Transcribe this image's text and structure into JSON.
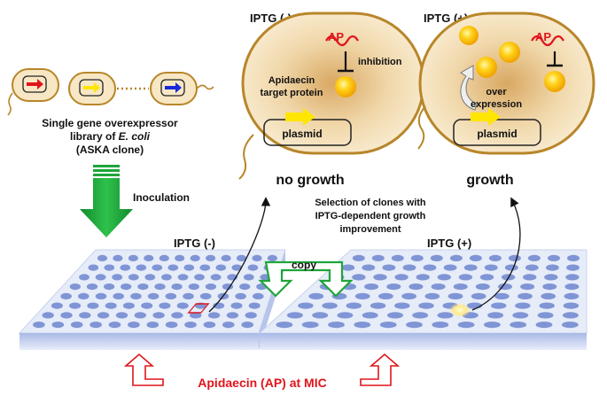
{
  "library": {
    "line1": "Single gene overexpressor",
    "line2_prefix": "library of ",
    "line2_italic": "E. coli",
    "line3": "(ASKA clone)"
  },
  "inoculation": "Inoculation",
  "cell_left": {
    "iptg": "IPTG (-)",
    "ap": "AP",
    "inhibition": "inhibition",
    "target_line1": "Apidaecin",
    "target_line2": "target protein",
    "plasmid": "plasmid",
    "result": "no growth"
  },
  "cell_right": {
    "iptg": "IPTG (+)",
    "ap": "AP",
    "over_line1": "over",
    "over_line2": "expression",
    "plasmid": "plasmid",
    "result": "growth"
  },
  "selection": {
    "line1": "Selection of clones with",
    "line2": "IPTG-dependent growth",
    "line3": "improvement"
  },
  "plate_left": {
    "label": "IPTG (-)"
  },
  "plate_right": {
    "label": "IPTG (+)"
  },
  "copy": "copy",
  "bottom": "Apidaecin (AP) at MIC",
  "colors": {
    "cell_fill": "#f7e7c4",
    "cell_stroke": "#b8862a",
    "inoc_green": "#1fa53a",
    "plate_top": "#e6ecf8",
    "well": "#5c78c8",
    "ap_red": "#e0141c",
    "yellow": "#ffe600"
  }
}
